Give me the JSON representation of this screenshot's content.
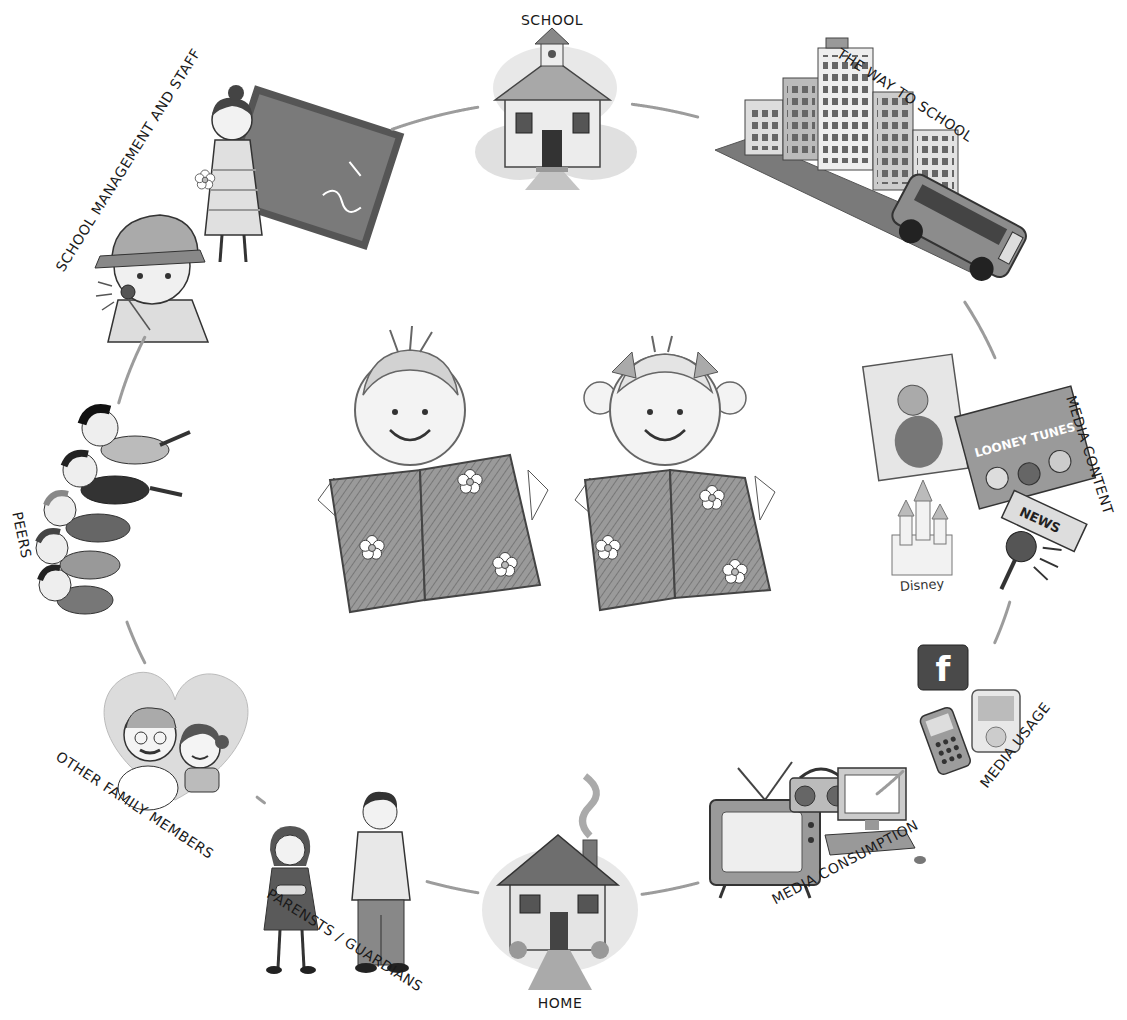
{
  "diagram": {
    "nodes": [
      {
        "text": [
          "SCHOOL"
        ]
      },
      {
        "text": [
          "THE WAY TO SCHOOL"
        ]
      },
      {
        "text": [
          "MEDIA CONTENT"
        ]
      },
      {
        "text": [
          "MEDIA USAGE"
        ]
      },
      {
        "text": [
          "MEDIA CONSUMPTION"
        ]
      },
      {
        "text": [
          "HOME"
        ]
      },
      {
        "text": [
          "PARENSTS / GUARDIANS"
        ]
      },
      {
        "text": [
          "OTHER FAMILY MEMBERS"
        ]
      },
      {
        "text": [
          "PEERS"
        ]
      },
      {
        "text": [
          "SCHOOL MANAGEMENT AND STAFF"
        ]
      }
    ],
    "edges": [
      {
        "from": 0,
        "to": 1,
        "arrow": "none"
      },
      {
        "from": 1,
        "to": 2,
        "arrow": "none"
      },
      {
        "from": 2,
        "to": 3,
        "arrow": "none"
      },
      {
        "from": 3,
        "to": 4,
        "arrow": "none"
      },
      {
        "from": 4,
        "to": 5,
        "arrow": "none"
      },
      {
        "from": 5,
        "to": 6,
        "arrow": "none"
      },
      {
        "from": 6,
        "to": 7,
        "arrow": "none"
      },
      {
        "from": 7,
        "to": 8,
        "arrow": "none"
      },
      {
        "from": 8,
        "to": 9,
        "arrow": "none"
      },
      {
        "from": 9,
        "to": 0,
        "arrow": "none"
      }
    ],
    "labels": [
      "LOONEY TUNES",
      "NEWS",
      "Disney",
      "f"
    ]
  }
}
